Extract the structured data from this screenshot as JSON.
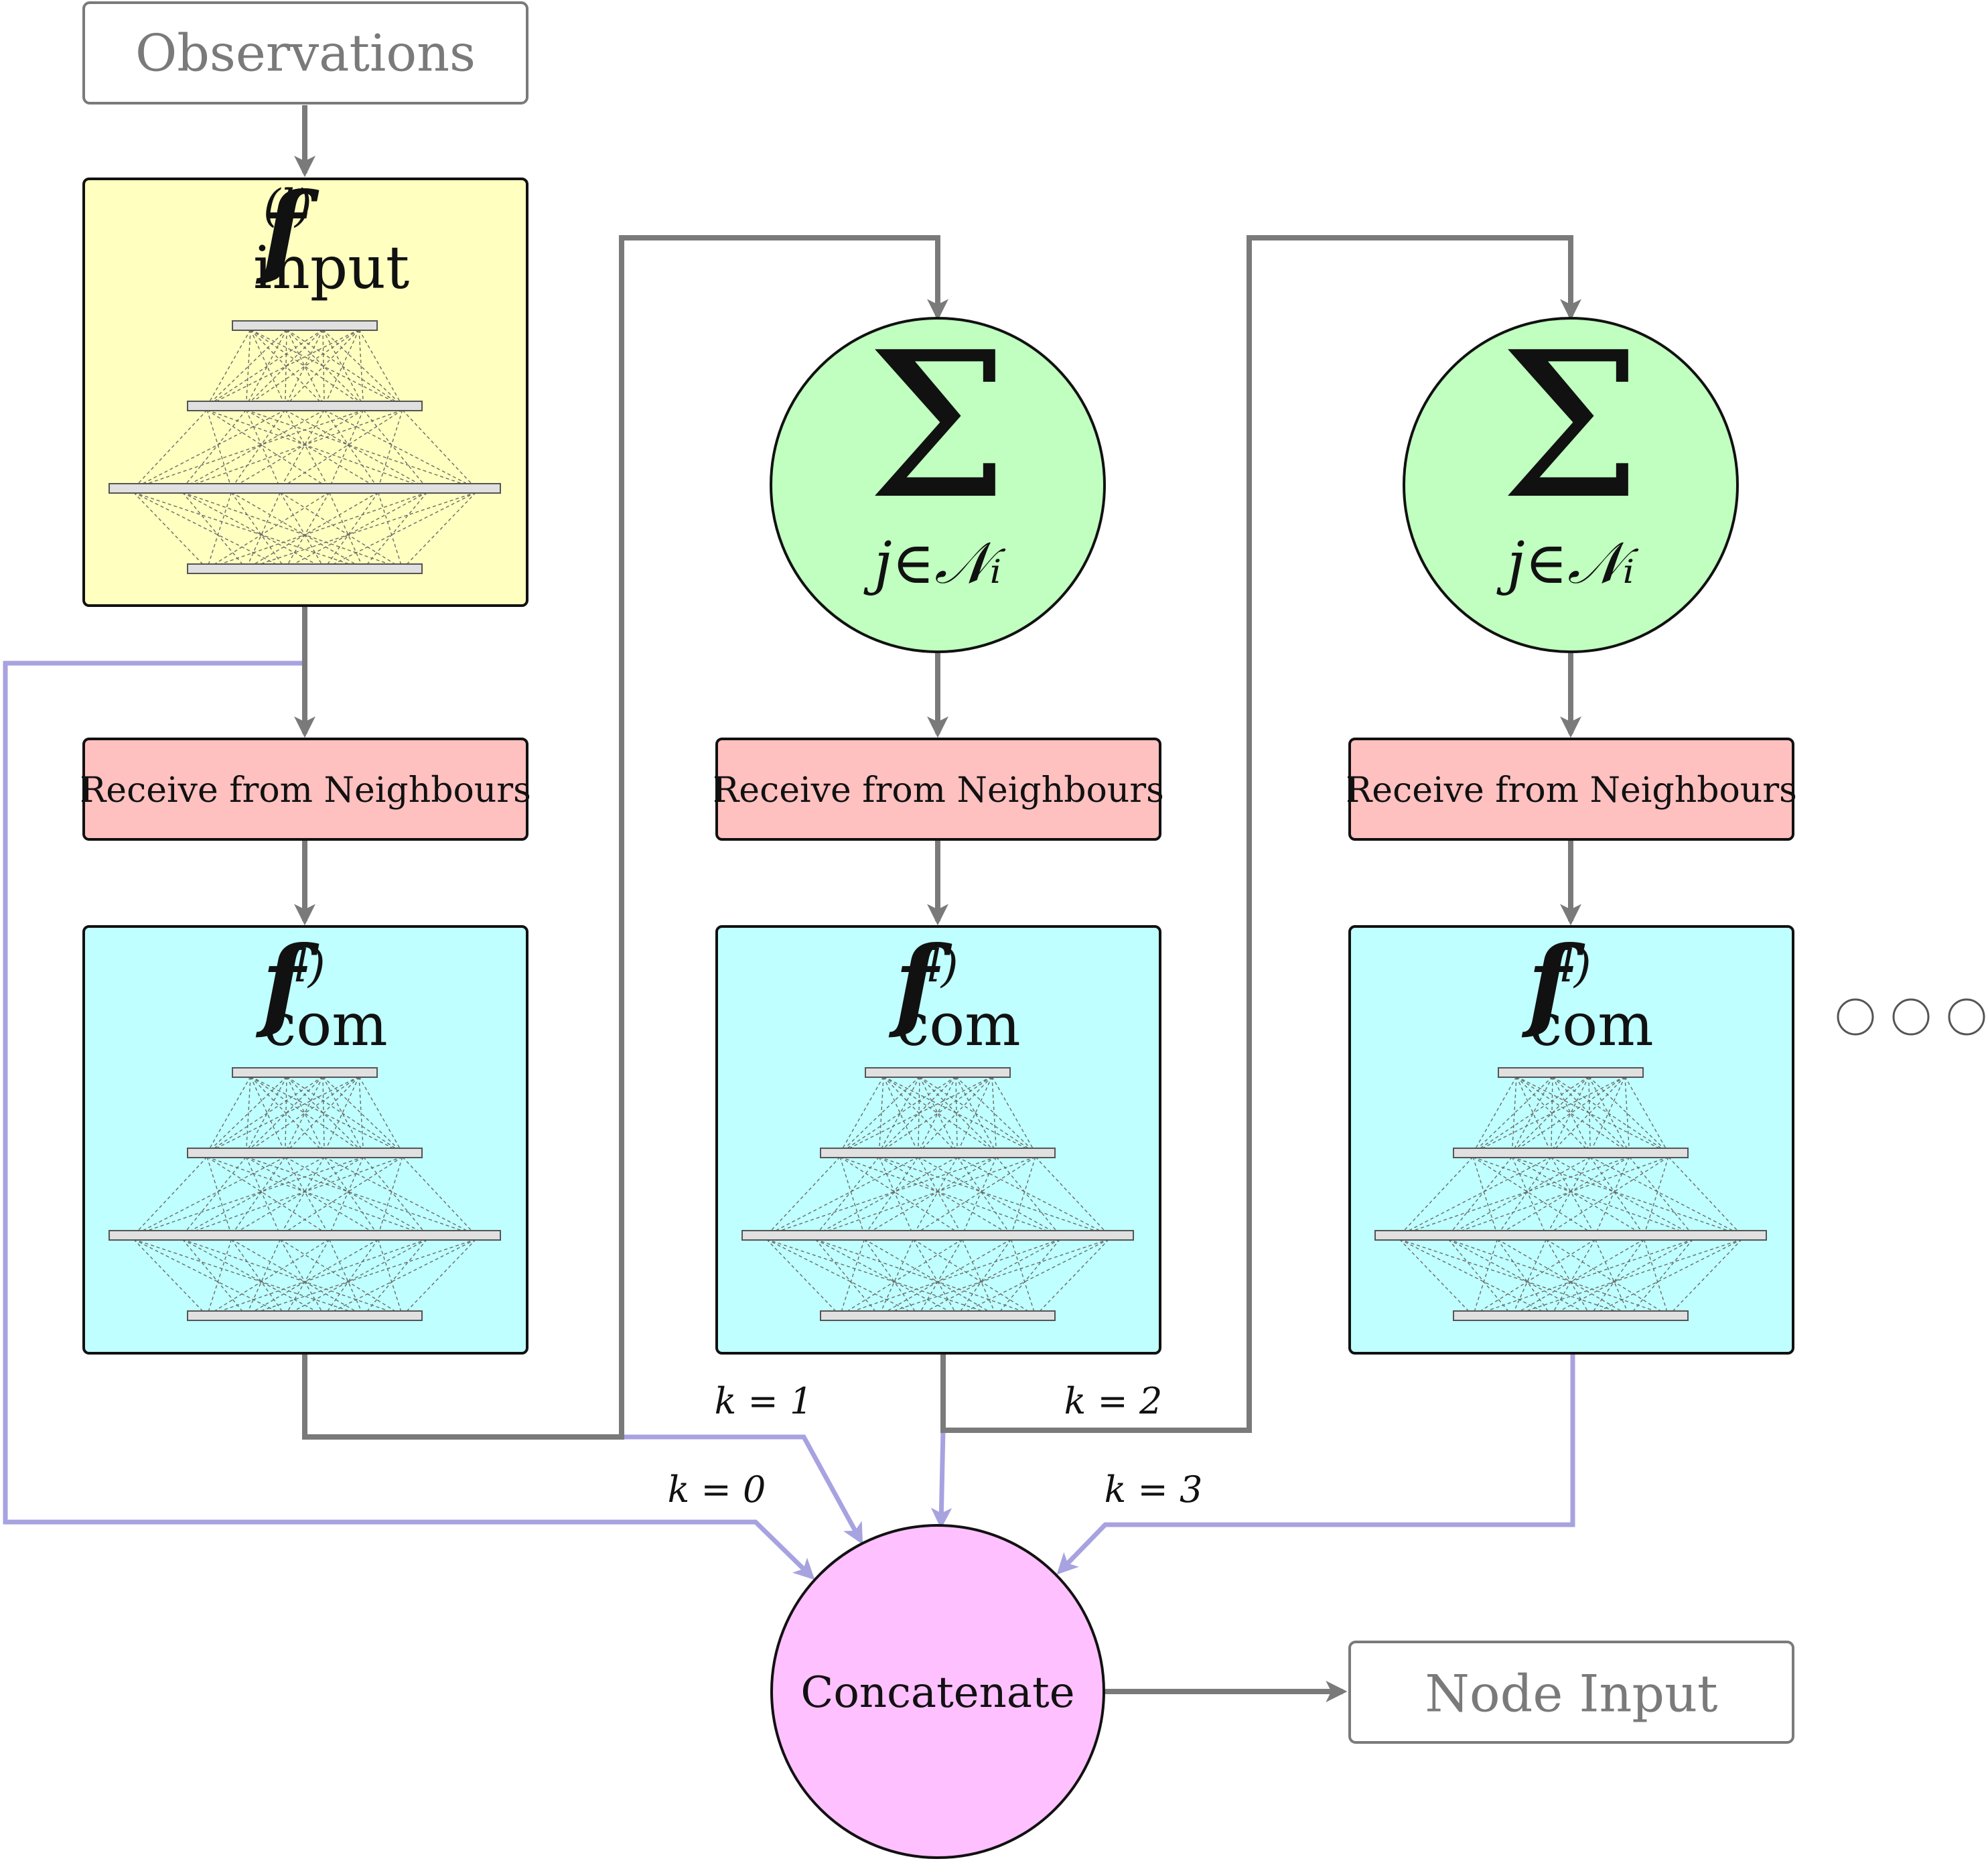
{
  "observations": {
    "label": "Observations"
  },
  "input_block": {
    "f": "f",
    "superscript": "(l)",
    "subscript": "input"
  },
  "receive_blocks": [
    {
      "label": "Receive from Neighbours"
    },
    {
      "label": "Receive from Neighbours"
    },
    {
      "label": "Receive from Neighbours"
    }
  ],
  "com_blocks": [
    {
      "f": "f",
      "superscript": "(l)",
      "subscript": "com"
    },
    {
      "f": "f",
      "superscript": "(l)",
      "subscript": "com"
    },
    {
      "f": "f",
      "superscript": "(l)",
      "subscript": "com"
    }
  ],
  "sum_blocks": [
    {
      "symbol": "Σ",
      "subscript": "j∈𝒩ᵢ"
    },
    {
      "symbol": "Σ",
      "subscript": "j∈𝒩ᵢ"
    }
  ],
  "k_labels": [
    "k = 0",
    "k = 1",
    "k = 2",
    "k = 3"
  ],
  "concatenate": {
    "label": "Concatenate"
  },
  "node_input": {
    "label": "Node Input"
  },
  "colors": {
    "input_fill": "#ffffc0",
    "receive_fill": "#ffc0c0",
    "com_fill": "#c0ffff",
    "sum_fill": "#c0ffc0",
    "concat_fill": "#ffc0ff",
    "gray_arrow": "#7a7a7a",
    "purple_arrow": "#a7a2e0"
  }
}
